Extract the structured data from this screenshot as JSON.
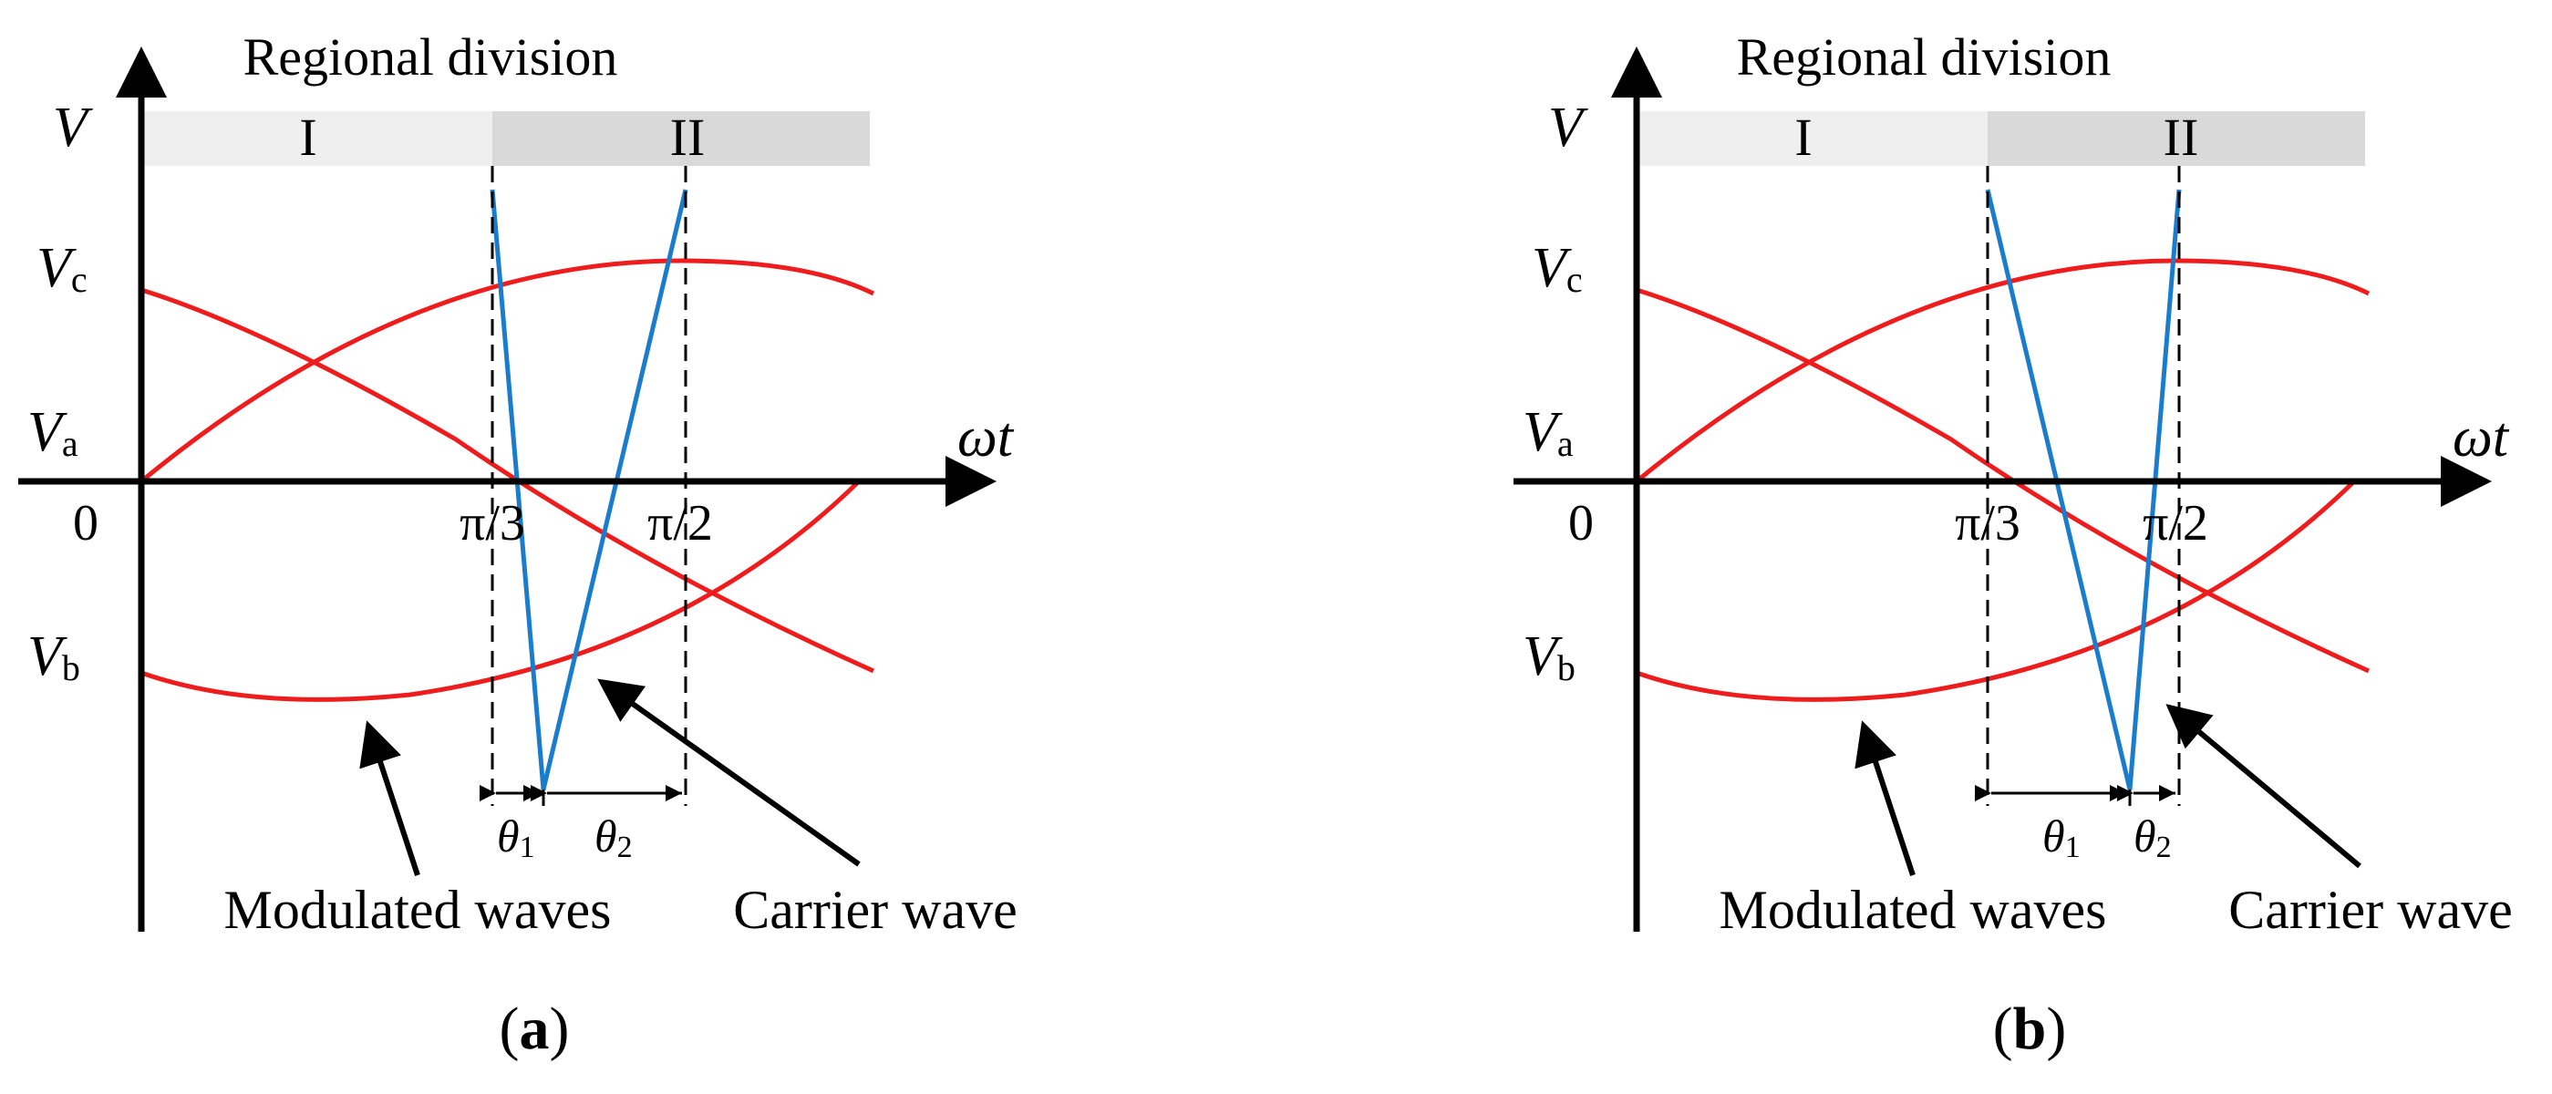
{
  "panels": [
    {
      "id": "a",
      "region_title": "Regional division",
      "region_labels": [
        "I",
        "II"
      ],
      "region_colors": [
        "#efefef",
        "#d9d9d9"
      ],
      "y_axis_label": "V",
      "x_axis_label": "ωt",
      "level_labels": [
        {
          "main": "V",
          "sub": "c"
        },
        {
          "main": "V",
          "sub": "a"
        },
        {
          "main": "V",
          "sub": "b"
        }
      ],
      "ticks": [
        "0",
        "π/3",
        "π/2"
      ],
      "theta_labels": [
        {
          "main": "θ",
          "sub": "1"
        },
        {
          "main": "θ",
          "sub": "2"
        }
      ],
      "annotations": [
        "Modulated waves",
        "Carrier wave"
      ],
      "caption_open": "(",
      "caption_letter": "a",
      "caption_close": ")"
    },
    {
      "id": "b",
      "region_title": "Regional division",
      "region_labels": [
        "I",
        "II"
      ],
      "region_colors": [
        "#efefef",
        "#d9d9d9"
      ],
      "y_axis_label": "V",
      "x_axis_label": "ωt",
      "level_labels": [
        {
          "main": "V",
          "sub": "c"
        },
        {
          "main": "V",
          "sub": "a"
        },
        {
          "main": "V",
          "sub": "b"
        }
      ],
      "ticks": [
        "0",
        "π/3",
        "π/2"
      ],
      "theta_labels": [
        {
          "main": "θ",
          "sub": "1"
        },
        {
          "main": "θ",
          "sub": "2"
        }
      ],
      "annotations": [
        "Modulated waves",
        "Carrier wave"
      ],
      "caption_open": "(",
      "caption_letter": "b",
      "caption_close": ")"
    }
  ],
  "colors": {
    "modulated_wave": "#ee1c1c",
    "carrier_wave": "#1a7ccc",
    "axes": "#000000"
  }
}
